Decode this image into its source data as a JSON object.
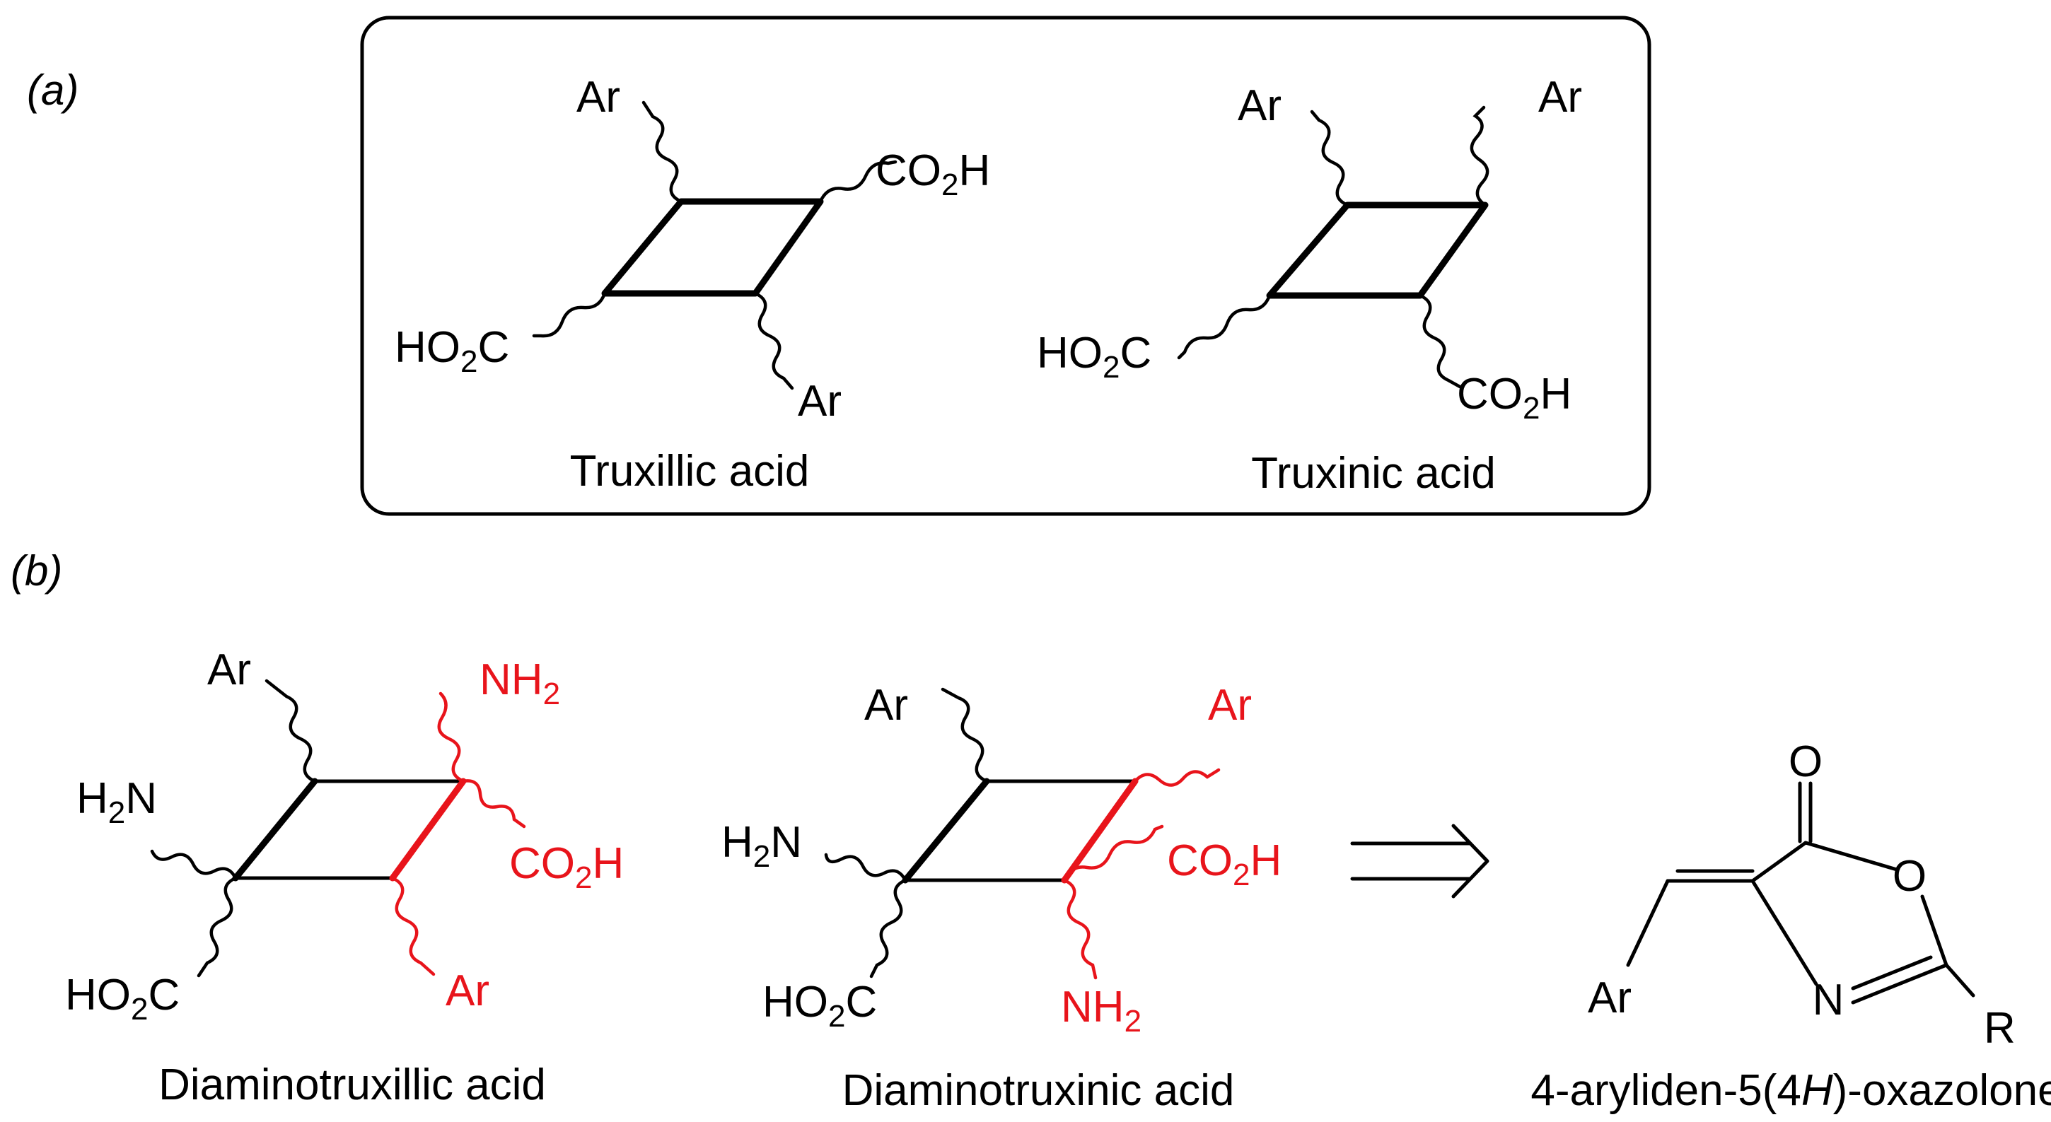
{
  "panel_a": {
    "label": "(a)",
    "truxillic": {
      "caption": "Truxillic acid",
      "ar_top": "Ar",
      "ar_bottom": "Ar",
      "co2h_main": "CO",
      "co2h_sub": "2",
      "co2h_tail": "H",
      "ho2c_main": "HO",
      "ho2c_sub": "2",
      "ho2c_tail": "C"
    },
    "truxinic": {
      "caption": "Truxinic acid",
      "ar_left": "Ar",
      "ar_right": "Ar",
      "ho2c_main": "HO",
      "ho2c_sub": "2",
      "ho2c_tail": "C",
      "co2h_main": "CO",
      "co2h_sub": "2",
      "co2h_tail": "H"
    }
  },
  "panel_b": {
    "label": "(b)",
    "diaminotruxillic": {
      "caption": "Diaminotruxillic acid",
      "ar_top": "Ar",
      "h2n_main": "H",
      "h2n_sub": "2",
      "h2n_tail": "N",
      "ho2c_main": "HO",
      "ho2c_sub": "2",
      "ho2c_tail": "C",
      "nh2_main": "NH",
      "nh2_sub": "2",
      "co2h_main": "CO",
      "co2h_sub": "2",
      "co2h_tail": "H",
      "ar_bottom": "Ar"
    },
    "diaminotruxinic": {
      "caption": "Diaminotruxinic acid",
      "ar_top": "Ar",
      "h2n_main": "H",
      "h2n_sub": "2",
      "h2n_tail": "N",
      "ho2c_main": "HO",
      "ho2c_sub": "2",
      "ho2c_tail": "C",
      "ar_red": "Ar",
      "co2h_main": "CO",
      "co2h_sub": "2",
      "co2h_tail": "H",
      "nh2_main": "NH",
      "nh2_sub": "2"
    },
    "oxazolone": {
      "caption_pre": "4-aryliden-5(4",
      "caption_italic": "H",
      "caption_post": ")-oxazolone",
      "atom_o_carbonyl": "O",
      "atom_o_ring": "O",
      "atom_n": "N",
      "atom_ar": "Ar",
      "atom_r": "R"
    }
  },
  "colors": {
    "ink": "#000000",
    "highlight": "#e8141b"
  }
}
